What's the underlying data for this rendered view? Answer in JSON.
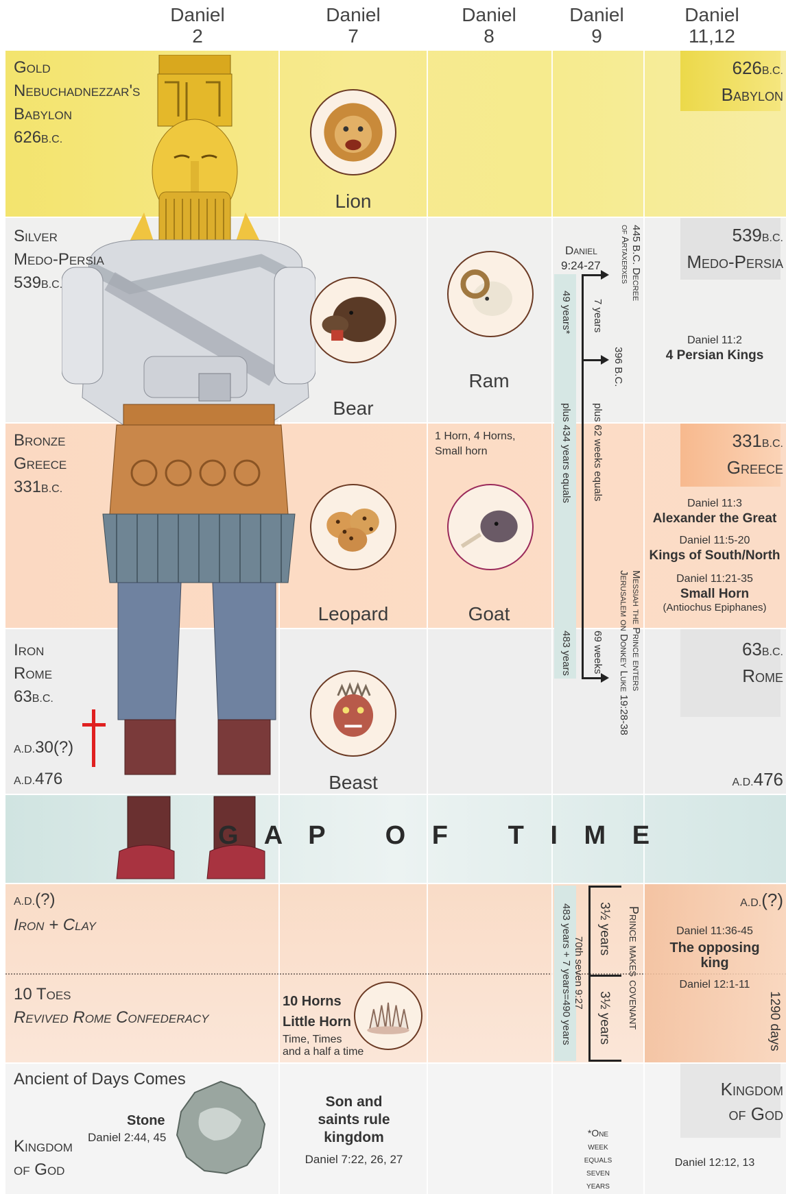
{
  "headers": [
    {
      "l1": "Daniel",
      "l2": "2"
    },
    {
      "l1": "Daniel",
      "l2": "7"
    },
    {
      "l1": "Daniel",
      "l2": "8"
    },
    {
      "l1": "Daniel",
      "l2": "9"
    },
    {
      "l1": "Daniel",
      "l2": "11,12"
    }
  ],
  "colors": {
    "gold": "#f2e27a",
    "silver": "#eef0ef",
    "bronze": "#fbd6bc",
    "iron": "#eeeeee",
    "gap": "#d3e6e4",
    "clay": "#f8dcc6",
    "kingdom": "#f3f3f3"
  },
  "col2": {
    "gold": [
      "Gold",
      "Nebuchadnezzar's",
      "Babylon",
      "626",
      "B.C."
    ],
    "silver": [
      "Silver",
      "Medo-Persia",
      "539",
      "B.C."
    ],
    "bronze": [
      "Bronze",
      "Greece",
      "331",
      "B.C."
    ],
    "iron": [
      "Iron",
      "Rome",
      "63",
      "B.C."
    ],
    "ad30": [
      "A.D.",
      "30(?)"
    ],
    "ad476": [
      "A.D.",
      "476"
    ],
    "clay": [
      "A.D.",
      "(?)",
      "Iron + Clay"
    ],
    "toes": [
      "10 Toes",
      "Revived Rome Confederacy"
    ],
    "kingdom": {
      "ancient": "Ancient of Days Comes",
      "stone": "Stone",
      "ref": "Daniel 2:44, 45",
      "k1": "Kingdom",
      "k2": "of God"
    }
  },
  "col7": {
    "lion": "Lion",
    "bear": "Bear",
    "leopard": "Leopard",
    "beast": "Beast",
    "horns": "10 Horns",
    "little": "Little Horn",
    "time1": "Time, Times",
    "time2": "and a half a time",
    "son1": "Son and",
    "son2": "saints rule",
    "son3": "kingdom",
    "ref": "Daniel 7:22, 26, 27"
  },
  "col8": {
    "ram": "Ram",
    "horns1": "1 Horn, 4 Horns,",
    "horns2": "Small horn",
    "goat": "Goat"
  },
  "col9": {
    "daniel": "Daniel",
    "ref": "9:24-27",
    "decree1": "445 B.C. Decree",
    "decree2": "of Artaxerxes",
    "y7": "7 years",
    "y49": "49 years*",
    "b396": "396 B.C.",
    "plus62": "plus  62  weeks  equals",
    "plus434": "plus  434  years  equals",
    "w69": "69 weeks",
    "y483": "483 years",
    "messiah1": "Messiah the Prince enters",
    "messiah2": "Jerusalem on Donkey Luke 19:28-38",
    "half1": "3½ years",
    "half2": "3½ years",
    "seventy": "70th seven 9:27",
    "sum": "483 years + 7 years=490 years",
    "covenant": "Prince makes covenant",
    "note1": "*One",
    "note2": "week",
    "note3": "equals",
    "note4": "seven",
    "note5": "years"
  },
  "col11": {
    "bab1": "626",
    "bab2": "B.C.",
    "bab3": "Babylon",
    "mp1": "539",
    "mp2": "B.C.",
    "mp3": "Medo-Persia",
    "pk_ref": "Daniel 11:2",
    "pk": "4 Persian Kings",
    "gr1": "331",
    "gr2": "B.C.",
    "gr3": "Greece",
    "alex_ref": "Daniel 11:3",
    "alex": "Alexander the Great",
    "kings_ref": "Daniel 11:5-20",
    "kings": "Kings of South/North",
    "small_ref": "Daniel 11:21-35",
    "small": "Small Horn",
    "antio": "(Antiochus Epiphanes)",
    "rome1": "63",
    "rome2": "B.C.",
    "rome3": "Rome",
    "ad476a": "A.D.",
    "ad476b": "476",
    "adq1": "A.D.",
    "adq2": "(?)",
    "opp_ref": "Daniel 11:36-45",
    "opp1": "The opposing",
    "opp2": "king",
    "d12": "Daniel 12:1-11",
    "d1290": "1290 days",
    "kg1": "Kingdom",
    "kg2": "of God",
    "kg_ref": "Daniel 12:12, 13"
  },
  "gap": "G A P   O F   T I M E"
}
